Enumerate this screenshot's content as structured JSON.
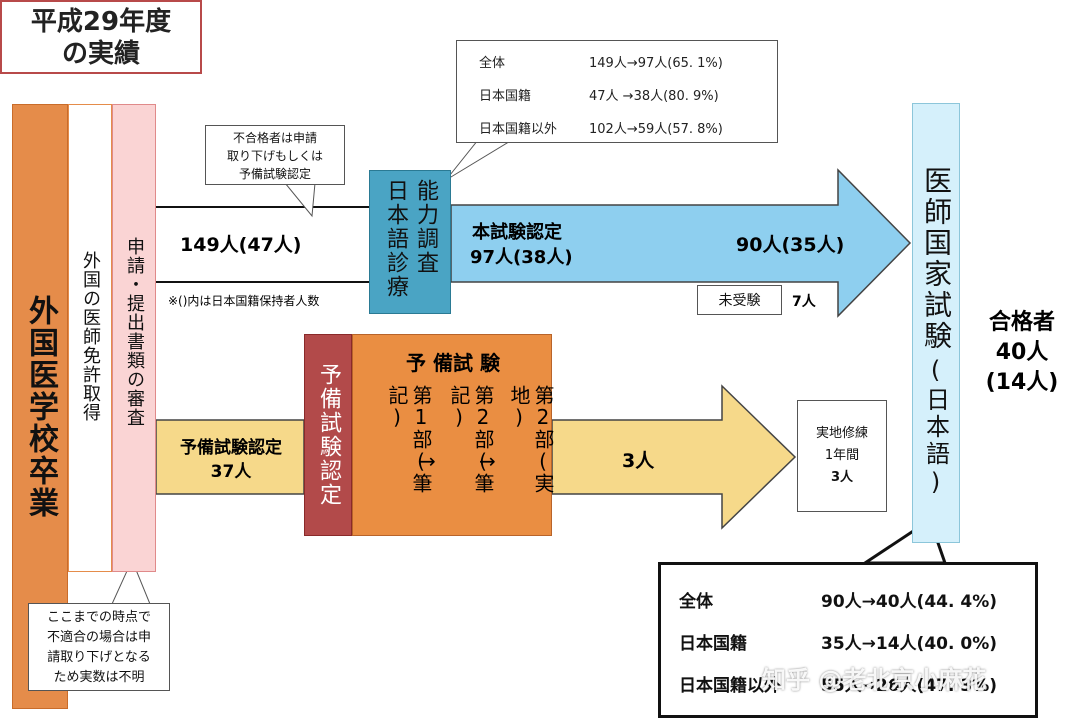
{
  "title": {
    "line1": "平成29年度",
    "line2": "の実績"
  },
  "columns": {
    "graduation": "外国医学校卒業",
    "license": "外国の医師免許取得",
    "review": "申請・提出書類の審査"
  },
  "top_callout": {
    "rows": [
      {
        "label": "全体",
        "value": "149人→97人(65. 1%)"
      },
      {
        "label": "日本国籍",
        "value": "47人 →38人(80. 9%)"
      },
      {
        "label": "日本国籍以外",
        "value": "102人→59人(57. 8%)"
      }
    ]
  },
  "fail_callout": {
    "line1": "不合格者は申請",
    "line2": "取り下げもしくは",
    "line3": "予備試験認定"
  },
  "applicants": "149人(47人)",
  "note": "※()内は日本国籍保持者人数",
  "jlp": {
    "col1": "日本語診療",
    "col2": "能力調査"
  },
  "main_cert": {
    "label": "本試験認定",
    "count": "97人(38人)"
  },
  "main_result": "90人(35人)",
  "not_taken": {
    "label": "未受験",
    "count": "7人"
  },
  "exam": {
    "main": "医師国家試験",
    "sub": "(日本語)"
  },
  "passers": {
    "label": "合格者",
    "count": "40人",
    "jp": "(14人)"
  },
  "prelim": {
    "red_label": "予備試験認定",
    "title": "予 備試 験",
    "parts": [
      "第1部(筆記)",
      "第2部(筆記)",
      "第2部(実地)"
    ],
    "arrow": "→"
  },
  "prelim_cert": {
    "label": "予備試験認定",
    "count": "37人"
  },
  "prelim_result": "3人",
  "training": {
    "line1": "実地修練",
    "line2": "1年間",
    "count": "3人"
  },
  "bottom_callout": {
    "line1": "ここまでの時点で",
    "line2": "不適合の場合は申",
    "line3": "請取り下げとなる",
    "line4": "ため実数は不明"
  },
  "result_table": {
    "rows": [
      {
        "label": "全体",
        "value": "90人→40人(44. 4%)"
      },
      {
        "label": "日本国籍",
        "value": "35人→14人(40. 0%)"
      },
      {
        "label": "日本国籍以外",
        "value": "55人→26人(47. 3%)"
      }
    ]
  },
  "watermark": "知乎 @老北京小麻花",
  "colors": {
    "orange": "#e58c4a",
    "blue_arrow": "#8ecfef",
    "yellow_arrow": "#f6d98a",
    "teal_box": "#4aa4c4",
    "red_box": "#b24a4a",
    "exam_col": "#d5f0fb"
  }
}
